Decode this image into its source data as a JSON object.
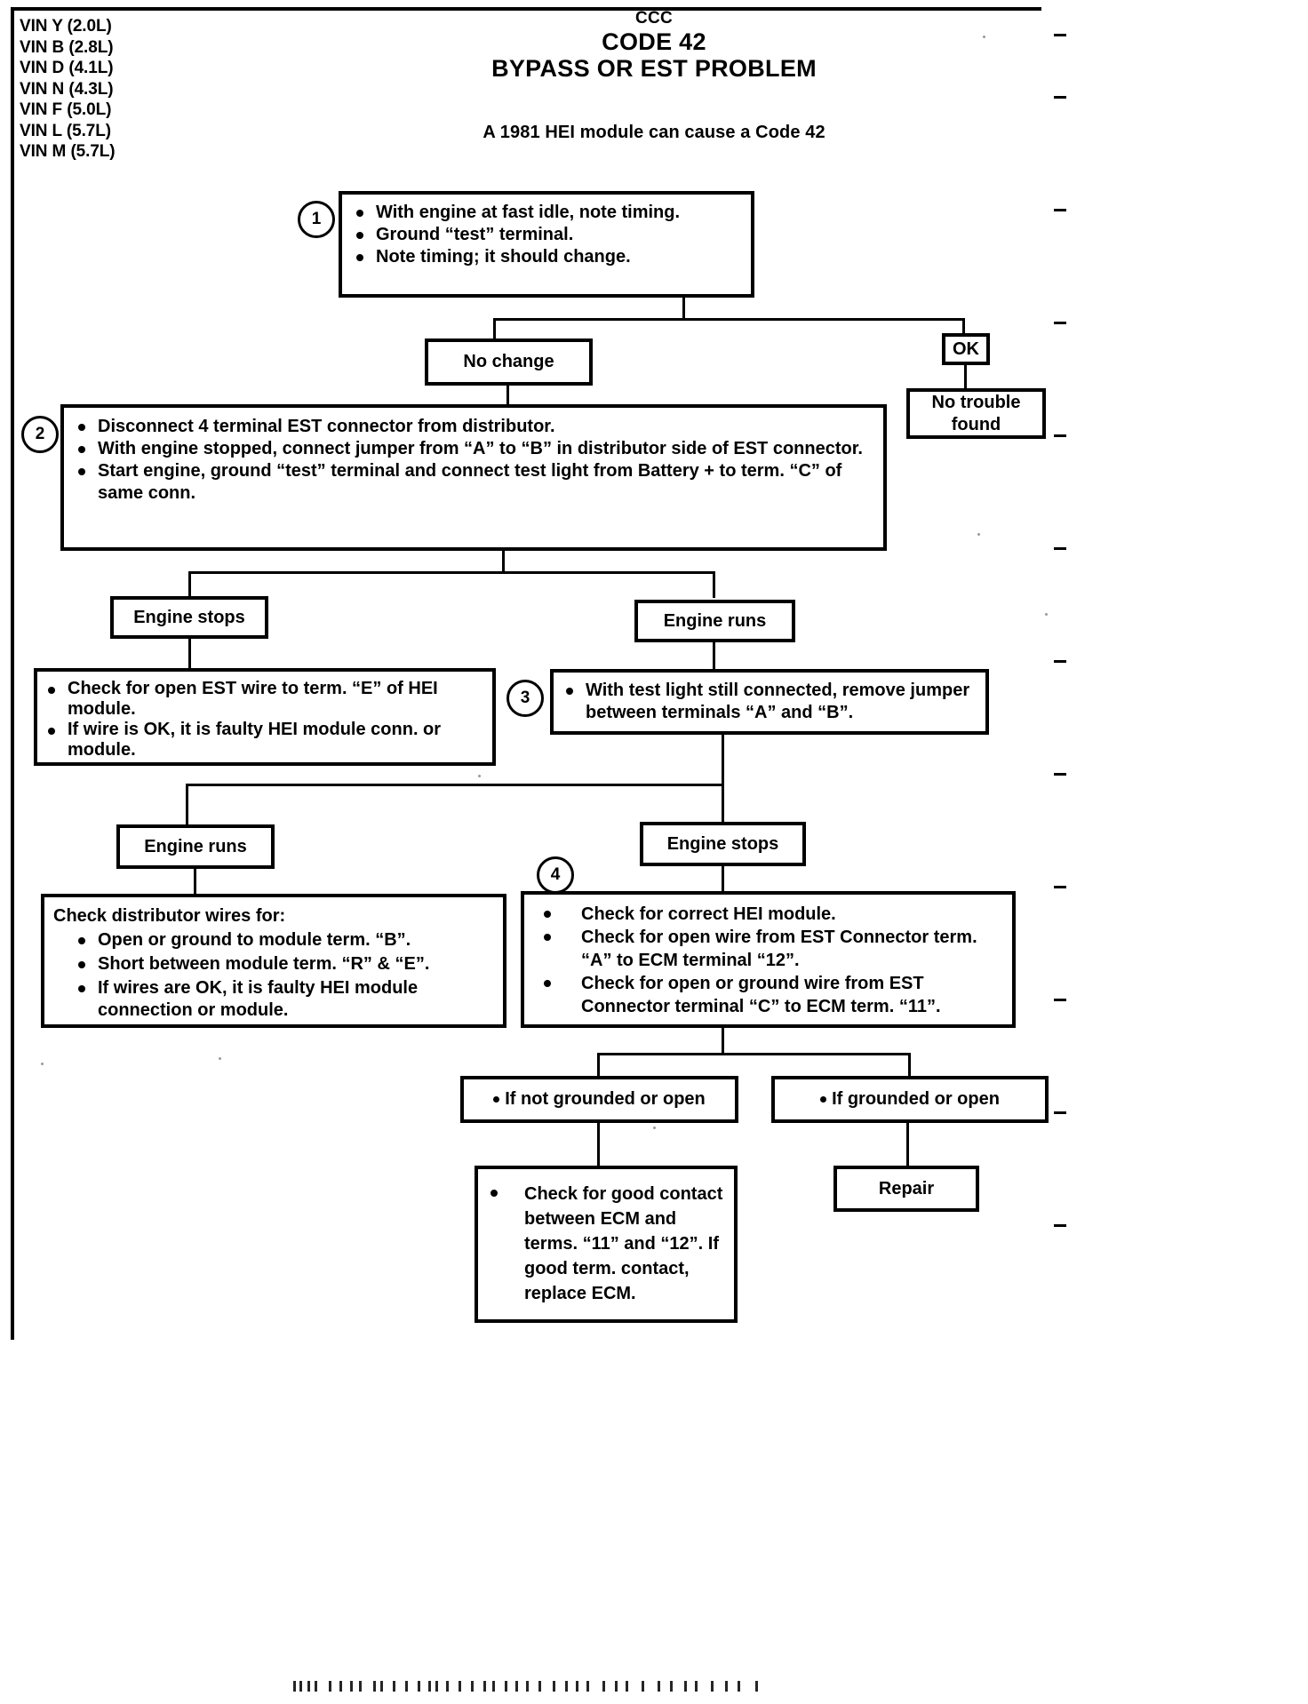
{
  "header": {
    "ccc": "CCC",
    "code": "CODE 42",
    "title": "BYPASS OR EST PROBLEM",
    "note": "A 1981 HEI module can cause a Code 42"
  },
  "vin_list": "VIN Y (2.0L)\nVIN B (2.8L)\nVIN D (4.1L)\nVIN N (4.3L)\nVIN F (5.0L)\nVIN L (5.7L)\nVIN M (5.7L)",
  "steps": {
    "one": "1",
    "two": "2",
    "three": "3",
    "four": "4"
  },
  "boxes": {
    "step1": {
      "items": [
        "With engine at fast idle, note timing.",
        "Ground “test” terminal.",
        "Note timing; it should change."
      ]
    },
    "no_change": "No change",
    "ok": "OK",
    "no_trouble_found": "No trouble\nfound",
    "step2": {
      "items": [
        "Disconnect 4 terminal EST connector from distributor.",
        "With engine stopped, connect jumper from “A” to “B” in distributor side of EST connector.",
        "Start engine, ground “test” terminal and connect test light from Battery  +  to term. “C” of same conn."
      ]
    },
    "engine_stops_1": "Engine stops",
    "engine_runs_1": "Engine runs",
    "open_est_wire": {
      "items": [
        "Check for open EST wire to term. “E” of HEI module.",
        "If wire is OK, it is faulty HEI module conn. or module."
      ]
    },
    "step3": {
      "items": [
        "With test light still connected, remove jumper between terminals “A” and “B”."
      ]
    },
    "engine_runs_2": "Engine runs",
    "engine_stops_2": "Engine stops",
    "distributor_wires": {
      "heading": "Check distributor wires for:",
      "items": [
        "Open or ground to module term. “B”.",
        "Short between module term. “R” & “E”.",
        "If wires are OK, it is faulty HEI module connection or module."
      ]
    },
    "step4": {
      "items": [
        "Check for correct HEI module.",
        "Check for open wire from EST Connector term. “A” to ECM terminal “12”.",
        "Check for open or ground wire from EST Connector terminal “C” to ECM term. “11”."
      ]
    },
    "if_not_grounded": "If not grounded or open",
    "if_grounded": "If grounded or open",
    "check_good_contact": {
      "items": [
        "Check for good contact between ECM and terms. “11” and “12”. If good term. contact, replace ECM."
      ]
    },
    "repair": "Repair"
  },
  "colors": {
    "ink": "#000000",
    "paper": "#ffffff"
  }
}
